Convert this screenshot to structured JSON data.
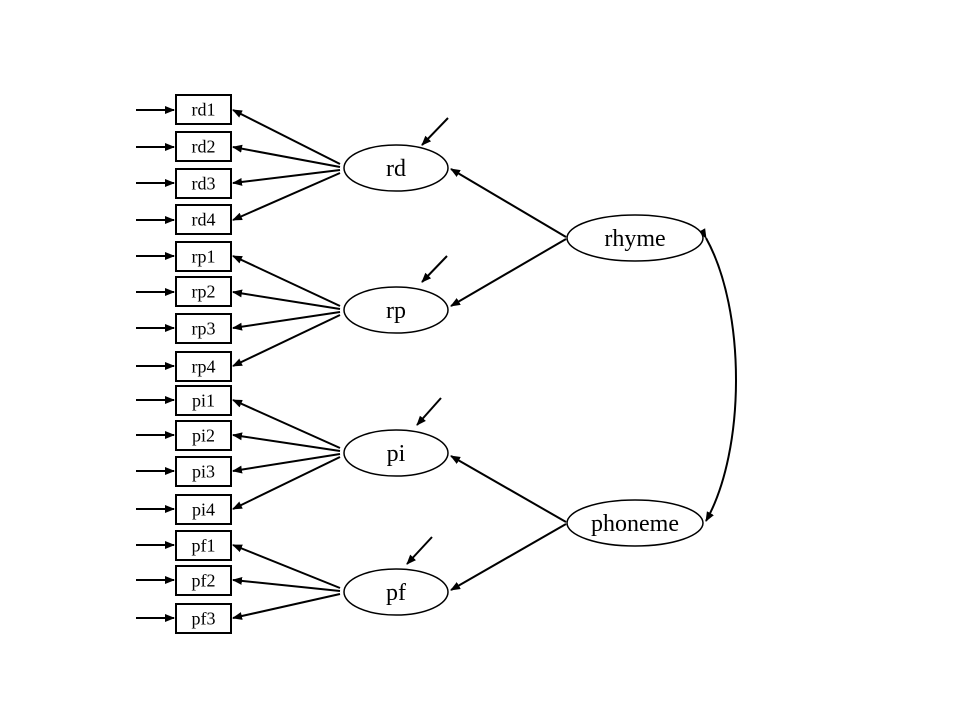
{
  "indicators": [
    {
      "id": "rd1",
      "label": "rd1",
      "factor": "rd"
    },
    {
      "id": "rd2",
      "label": "rd2",
      "factor": "rd"
    },
    {
      "id": "rd3",
      "label": "rd3",
      "factor": "rd"
    },
    {
      "id": "rd4",
      "label": "rd4",
      "factor": "rd"
    },
    {
      "id": "rp1",
      "label": "rp1",
      "factor": "rp"
    },
    {
      "id": "rp2",
      "label": "rp2",
      "factor": "rp"
    },
    {
      "id": "rp3",
      "label": "rp3",
      "factor": "rp"
    },
    {
      "id": "rp4",
      "label": "rp4",
      "factor": "rp"
    },
    {
      "id": "pi1",
      "label": "pi1",
      "factor": "pi"
    },
    {
      "id": "pi2",
      "label": "pi2",
      "factor": "pi"
    },
    {
      "id": "pi3",
      "label": "pi3",
      "factor": "pi"
    },
    {
      "id": "pi4",
      "label": "pi4",
      "factor": "pi"
    },
    {
      "id": "pf1",
      "label": "pf1",
      "factor": "pf"
    },
    {
      "id": "pf2",
      "label": "pf2",
      "factor": "pf"
    },
    {
      "id": "pf3",
      "label": "pf3",
      "factor": "pf"
    }
  ],
  "first_order_factors": [
    {
      "id": "rd",
      "label": "rd",
      "parent": "rhyme"
    },
    {
      "id": "rp",
      "label": "rp",
      "parent": "rhyme"
    },
    {
      "id": "pi",
      "label": "pi",
      "parent": "phoneme"
    },
    {
      "id": "pf",
      "label": "pf",
      "parent": "phoneme"
    }
  ],
  "second_order_factors": [
    {
      "id": "rhyme",
      "label": "rhyme"
    },
    {
      "id": "phoneme",
      "label": "phoneme"
    }
  ],
  "correlations": [
    {
      "from": "rhyme",
      "to": "phoneme"
    }
  ],
  "colors": {
    "stroke": "#000000",
    "fill": "#ffffff"
  }
}
